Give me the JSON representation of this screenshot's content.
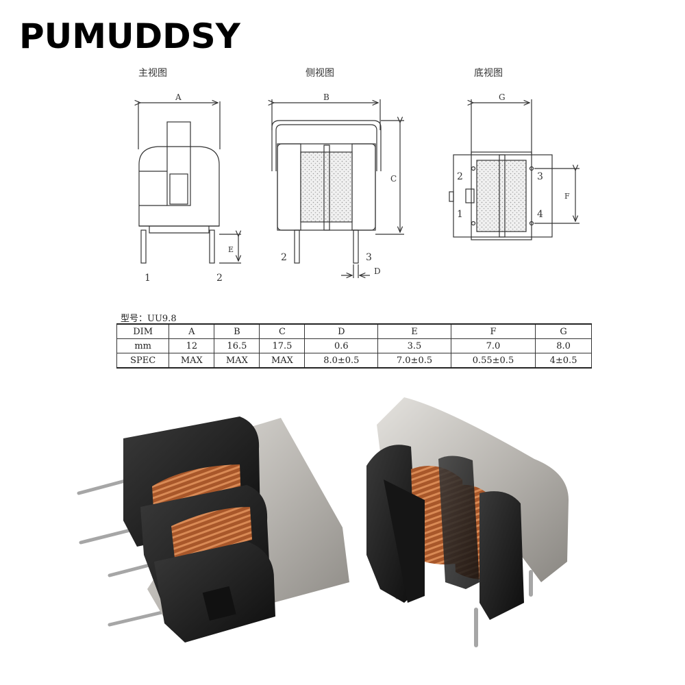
{
  "brand": "PUMUDDSY",
  "views": {
    "front": {
      "title": "主视图",
      "dim_label": "A",
      "pin_left": "1",
      "pin_right": "2",
      "height_label": "E"
    },
    "side": {
      "title": "侧视图",
      "width_label": "B",
      "height_label": "C",
      "pin_left": "2",
      "pin_right": "3",
      "lead_label": "D"
    },
    "bottom": {
      "title": "底视图",
      "width_label": "G",
      "pitch_label": "F",
      "pins": [
        "2",
        "3",
        "1",
        "4"
      ]
    }
  },
  "model_label": "型号：UU9.8",
  "spec_table": {
    "rows": [
      [
        "DIM",
        "A",
        "B",
        "C",
        "D",
        "E",
        "F",
        "G"
      ],
      [
        "mm",
        "12",
        "16.5",
        "17.5",
        "0.6",
        "3.5",
        "7.0",
        "8.0"
      ],
      [
        "SPEC",
        "MAX",
        "MAX",
        "MAX",
        "8.0±0.5",
        "7.0±0.5",
        "0.55±0.5",
        "4±0.5"
      ]
    ]
  },
  "colors": {
    "housing": "#1a1a1a",
    "copper": "#b5602f",
    "steel": "#c9c6c2",
    "pin": "#9a9a9a"
  }
}
